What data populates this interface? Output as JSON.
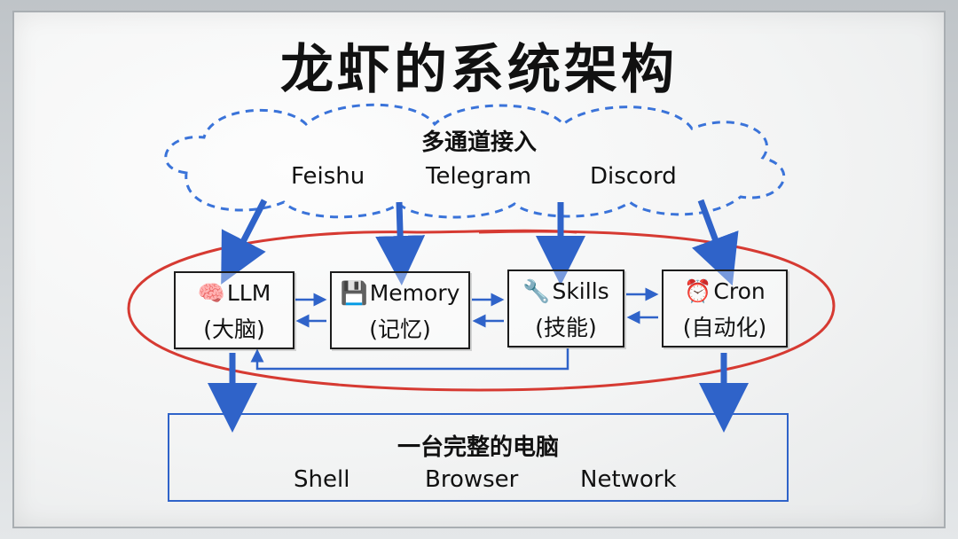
{
  "title": "龙虾的系统架构",
  "channels": {
    "title": "多通道接入",
    "items": [
      "Feishu",
      "Telegram",
      "Discord"
    ]
  },
  "modules": [
    {
      "icon": "🧠",
      "icon_name": "brain-icon",
      "name": "LLM",
      "desc": "(大脑)"
    },
    {
      "icon": "💾",
      "icon_name": "floppy-disk-icon",
      "name": "Memory",
      "desc": "(记忆)"
    },
    {
      "icon": "🔧",
      "icon_name": "wrench-icon",
      "name": "Skills",
      "desc": "(技能)"
    },
    {
      "icon": "⏰",
      "icon_name": "alarm-clock-icon",
      "name": "Cron",
      "desc": "(自动化)"
    }
  ],
  "computer": {
    "title": "一台完整的电脑",
    "tools": [
      "Shell",
      "Browser",
      "Network"
    ]
  },
  "colors": {
    "arrow_blue": "#2f63c9",
    "cloud_blue": "#3a73d9",
    "ring_red": "#d63a32",
    "ink": "#111111"
  }
}
